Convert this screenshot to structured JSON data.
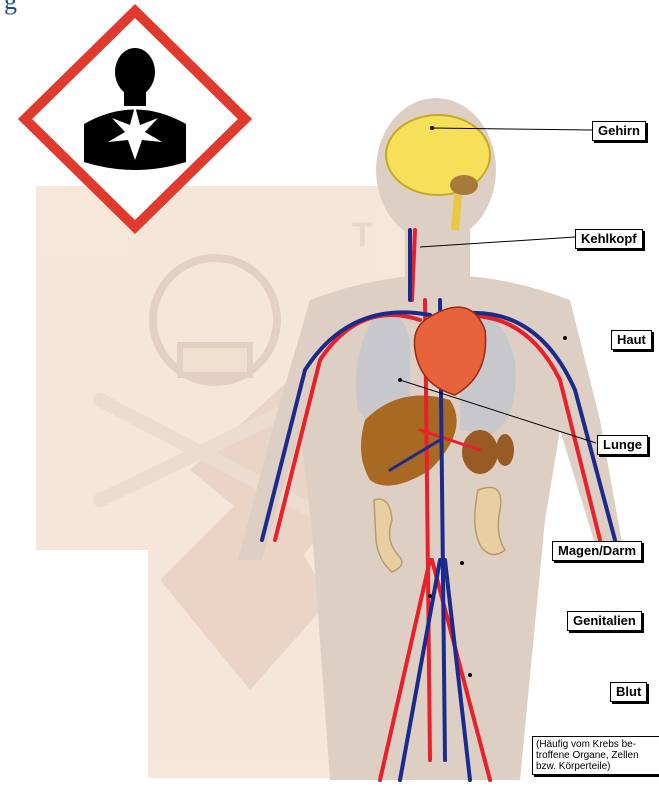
{
  "labels": {
    "brain": "Gehirn",
    "larynx": "Kehlkopf",
    "skin": "Haut",
    "lung": "Lunge",
    "stomach_intestine": "Magen/Darm",
    "genitals": "Genitalien",
    "blood": "Blut"
  },
  "note": "(Häufig vom Krebs be-troffene Organe, Zellen bzw. Körperteile)",
  "title_fragment": "g",
  "colors": {
    "hazard_red": "#e03a2e",
    "hazard_black": "#000000",
    "body": "#ddcfc4",
    "artery": "#e8202a",
    "vein": "#1c2a8c",
    "brain": "#f6e05a",
    "heart": "#e8623a",
    "liver": "#a86a22",
    "lung": "#c8c8cc",
    "background_sign": "#f6e4d6"
  },
  "icons": [
    "health-hazard-pictogram",
    "skull-crossbones-watermark"
  ]
}
